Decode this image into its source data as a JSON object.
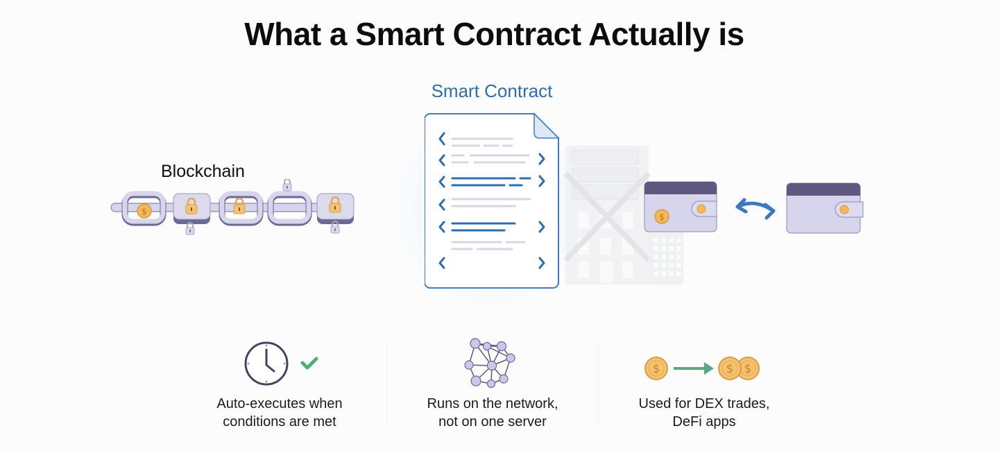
{
  "title": "What a Smart Contract Actually is",
  "blockchain": {
    "label": "Blockchain",
    "links": [
      {
        "type": "open-link",
        "content": "coin-icon"
      },
      {
        "type": "block",
        "content": "padlock-icon"
      },
      {
        "type": "open-link",
        "content": "padlock-icon"
      },
      {
        "type": "open-link",
        "content": "empty"
      },
      {
        "type": "block",
        "content": "padlock-icon"
      }
    ]
  },
  "smart_contract": {
    "label": "Smart Contract",
    "document_icon": "code-document-icon"
  },
  "central_server": {
    "icon": "crossed-out-server-building-icon",
    "meaning": "not on one server"
  },
  "wallets": {
    "left": "wallet-with-coin-icon",
    "exchange": "bidirectional-arrow-icon",
    "right": "wallet-icon"
  },
  "features": [
    {
      "icon": "clock-check-icon",
      "line1": "Auto-executes when",
      "line2": "conditions are met"
    },
    {
      "icon": "network-nodes-icon",
      "line1": "Runs on the network,",
      "line2": "not on one server"
    },
    {
      "icon": "coin-exchange-icon",
      "line1": "Used for DEX trades,",
      "line2": "DeFi apps"
    }
  ],
  "colors": {
    "title": "#0d0d0f",
    "accent_blue": "#2f6cac",
    "chain_lavender": "#d6d5ec",
    "chain_dark": "#6c6894",
    "coin_gold": "#f2b85a",
    "wallet_top": "#5e5880",
    "check_green": "#4caf78",
    "arrow_green": "#5aa882"
  }
}
